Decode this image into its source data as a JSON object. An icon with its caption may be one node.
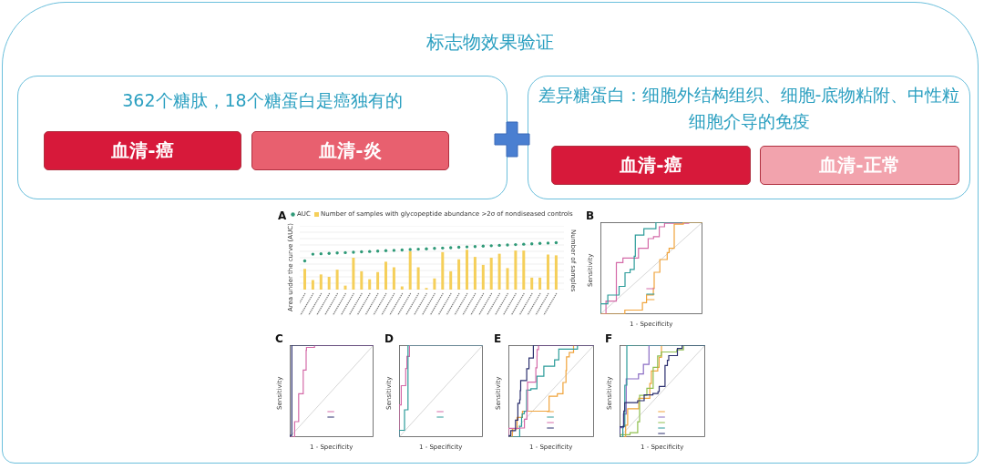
{
  "diagram": {
    "nodes": [
      {
        "text": [
          "标志物效果验证"
        ]
      },
      {
        "text": [
          "362个糖肽，18个糖蛋白是癌独有的"
        ],
        "in": 0
      },
      {
        "text": [
          "血清-癌"
        ],
        "in": 1
      },
      {
        "text": [
          "血清-炎"
        ],
        "in": 1
      },
      {
        "text": [
          "差异糖蛋白：细胞外结构组织、细胞-底物粘附、中性粒细胞介导的免疫"
        ],
        "in": 0
      },
      {
        "text": [
          "血清-癌"
        ],
        "in": 4
      },
      {
        "text": [
          "血清-正常"
        ],
        "in": 4
      }
    ],
    "edges": [],
    "labels": [
      "A",
      "AUC",
      "Number of samples with glycopeptide abundance >2σ of nondiseased controls",
      "Area under the curve (AUC)",
      "Number of samples",
      "B",
      "Sensitivity",
      "1 - Specificity",
      "C",
      "Sensitivity",
      "1 - Specificity",
      "D",
      "Sensitivity",
      "1 - Specificity",
      "E",
      "Sensitivity",
      "1 - Specificity",
      "F",
      "Sensitivity",
      "1 - Specificity"
    ]
  }
}
